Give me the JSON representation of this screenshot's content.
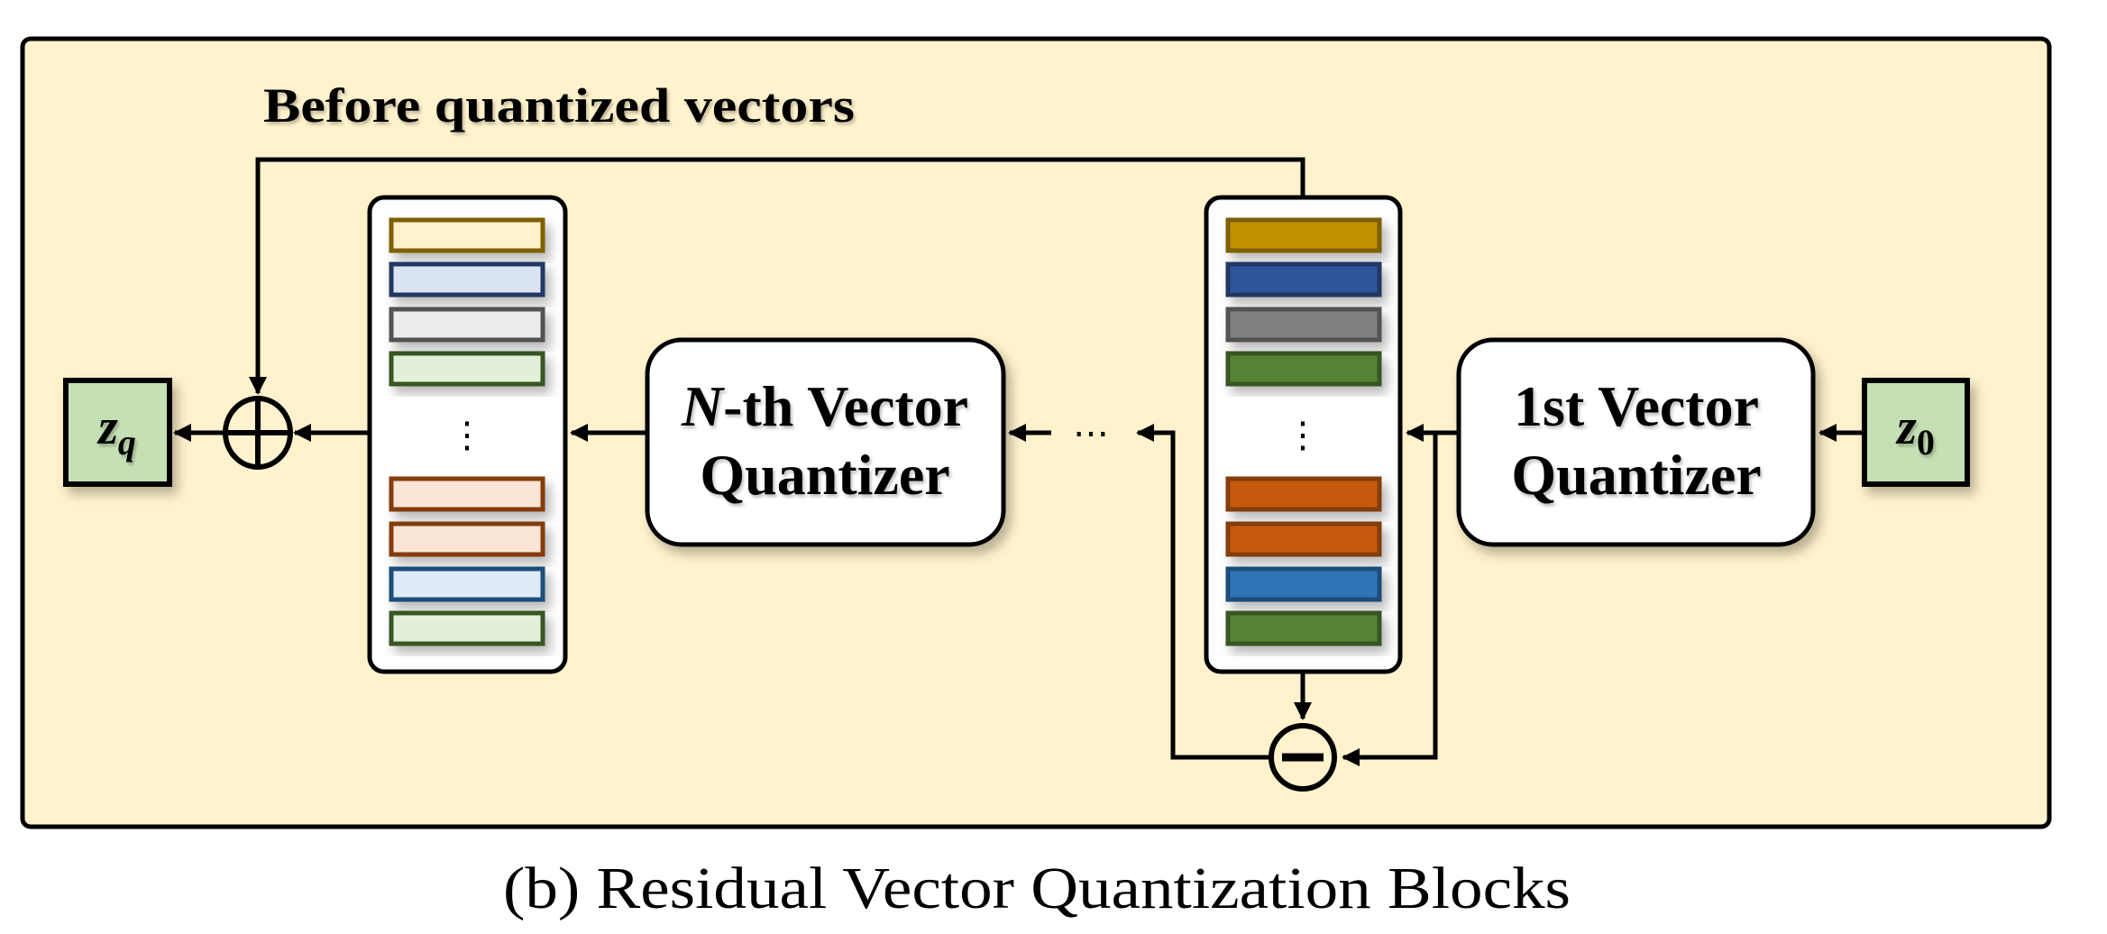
{
  "caption": "(b) Residual Vector Quantization Blocks",
  "feedback_label": "Before quantized vectors",
  "nodes": {
    "z_q": {
      "base": "z",
      "sub": "q",
      "fill": "#C5E0B4"
    },
    "z_0": {
      "base": "z",
      "sub": "0",
      "fill": "#C5E0B4"
    },
    "nth_vq": {
      "italic": "N",
      "line1_rest": "-th Vector",
      "line2": "Quantizer"
    },
    "first_vq": {
      "line1": "1st Vector",
      "line2": "Quantizer"
    },
    "ellipsis": "⋯",
    "vertical_ellipsis": "⋮"
  },
  "operators": {
    "add": "plus-circle",
    "subtract": "minus-circle"
  },
  "colors": {
    "frame_fill": "#FFF2CC",
    "line": "#000000"
  },
  "codebook_left": [
    {
      "fill": "#FFF2CC",
      "stroke": "#7F6000"
    },
    {
      "fill": "#DAE3F3",
      "stroke": "#203864"
    },
    {
      "fill": "#EDEDED",
      "stroke": "#525252"
    },
    {
      "fill": "#E2F0D9",
      "stroke": "#385723"
    },
    {
      "fill": "#FBE5D6",
      "stroke": "#843C0C"
    },
    {
      "fill": "#FBE5D6",
      "stroke": "#843C0C"
    },
    {
      "fill": "#DEEBF7",
      "stroke": "#1F4E79"
    },
    {
      "fill": "#E2F0D9",
      "stroke": "#385723"
    }
  ],
  "codebook_right": [
    {
      "fill": "#BF9000",
      "stroke": "#7F6000"
    },
    {
      "fill": "#2F5597",
      "stroke": "#203864"
    },
    {
      "fill": "#7F7F7F",
      "stroke": "#525252"
    },
    {
      "fill": "#548235",
      "stroke": "#385723"
    },
    {
      "fill": "#C55A11",
      "stroke": "#843C0C"
    },
    {
      "fill": "#C55A11",
      "stroke": "#843C0C"
    },
    {
      "fill": "#2E75B6",
      "stroke": "#1F4E79"
    },
    {
      "fill": "#548235",
      "stroke": "#385723"
    }
  ]
}
